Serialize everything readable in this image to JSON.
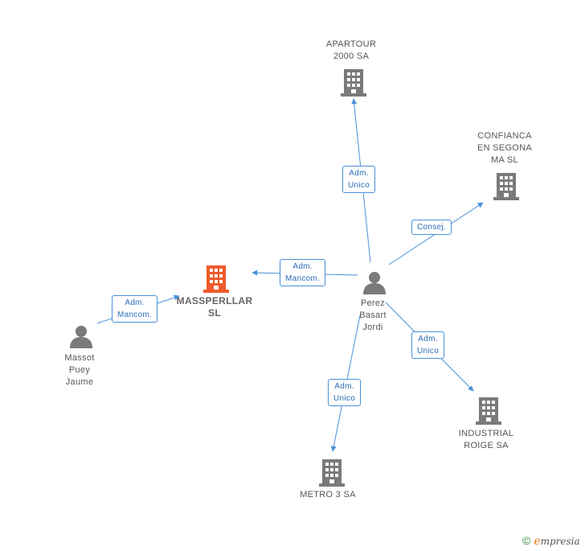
{
  "colors": {
    "edge": "#4a90d9",
    "building": "#7a7a7a",
    "focus_building": "#f05a2a",
    "person": "#7a7a7a"
  },
  "nodes": {
    "apartour": {
      "lines": [
        "APARTOUR",
        "2000 SA"
      ],
      "icon": "building-icon"
    },
    "confianca": {
      "lines": [
        "CONFIANCA",
        "EN SEGONA",
        "MA SL"
      ],
      "icon": "building-icon"
    },
    "massperllar": {
      "lines": [
        "MASSPERLLAR",
        "SL"
      ],
      "icon": "building-icon"
    },
    "perez": {
      "lines": [
        "Perez",
        "Basart",
        "Jordi"
      ],
      "icon": "person-icon"
    },
    "massot": {
      "lines": [
        "Massot",
        "Puey",
        "Jaume"
      ],
      "icon": "person-icon"
    },
    "industrial": {
      "lines": [
        "INDUSTRIAL",
        "ROIGE SA"
      ],
      "icon": "building-icon"
    },
    "metro": {
      "lines": [
        "METRO 3 SA"
      ],
      "icon": "building-icon"
    }
  },
  "edges": {
    "perez_apartour": {
      "lines": [
        "Adm.",
        "Unico"
      ]
    },
    "perez_confianca": {
      "lines": [
        "Consej."
      ]
    },
    "perez_massperllar": {
      "lines": [
        "Adm.",
        "Mancom."
      ]
    },
    "massot_massperllar": {
      "lines": [
        "Adm.",
        "Mancom."
      ]
    },
    "perez_industrial": {
      "lines": [
        "Adm.",
        "Unico"
      ]
    },
    "perez_metro": {
      "lines": [
        "Adm.",
        "Unico"
      ]
    }
  },
  "footer": {
    "copyright_symbol": "©",
    "brand_initial": "e",
    "brand_rest": "mpresia"
  }
}
